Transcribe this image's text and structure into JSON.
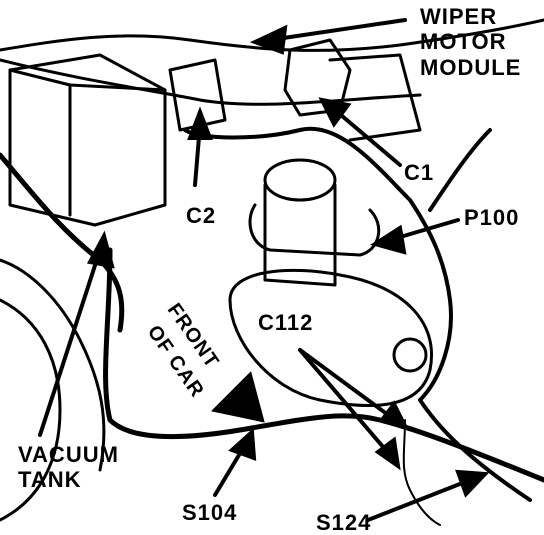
{
  "labels": {
    "wiper_line1": "WIPER",
    "wiper_line2": "MOTOR",
    "wiper_line3": "MODULE",
    "c1": "C1",
    "c2": "C2",
    "p100": "P100",
    "c112": "C112",
    "front": "FRONT",
    "of_car": "OF CAR",
    "vacuum_line1": "VACUUM",
    "vacuum_line2": "TANK",
    "s104": "S104",
    "s124": "S124"
  }
}
